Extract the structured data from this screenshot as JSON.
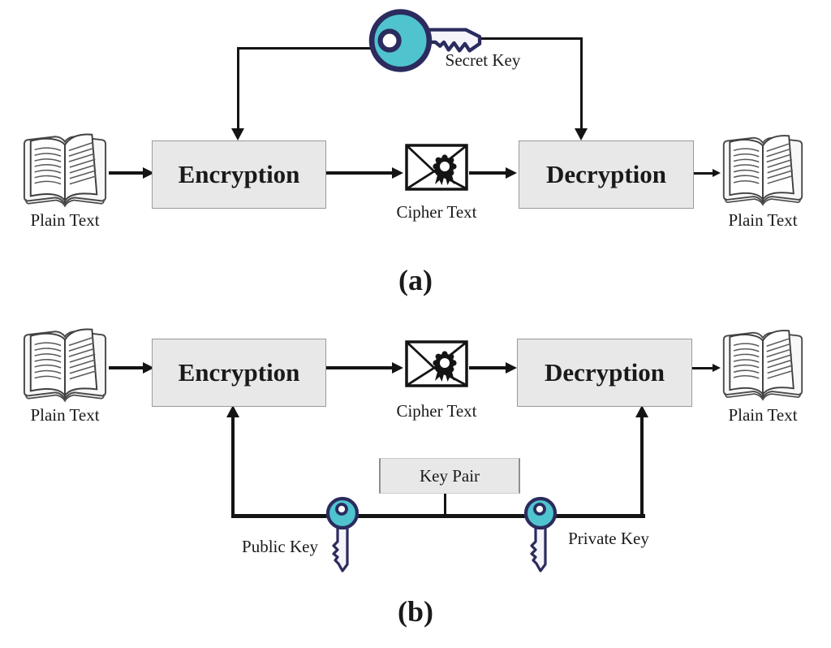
{
  "figure": {
    "caption_a": "(a)",
    "caption_b": "(b)",
    "panel_a": {
      "plain_text_left": "Plain Text",
      "encryption": "Encryption",
      "cipher_text": "Cipher Text",
      "decryption": "Decryption",
      "plain_text_right": "Plain Text",
      "secret_key": "Secret Key"
    },
    "panel_b": {
      "plain_text_left": "Plain Text",
      "encryption": "Encryption",
      "cipher_text": "Cipher Text",
      "decryption": "Decryption",
      "plain_text_right": "Plain Text",
      "key_pair": "Key Pair",
      "public_key": "Public Key",
      "private_key": "Private Key"
    },
    "icons": {
      "open_book": "open-book-icon",
      "sealed_envelope": "sealed-envelope-icon",
      "horizontal_key": "key-icon",
      "vertical_key": "key-icon"
    },
    "colors": {
      "key_fill": "#4fc3ce",
      "key_outline": "#2b2b5e",
      "key_shaft_fill": "#f4f4fa",
      "box_fill": "#e8e8e8",
      "box_border": "#9a9a9a",
      "line": "#141414",
      "text": "#1a1a1a",
      "background": "#ffffff"
    }
  }
}
